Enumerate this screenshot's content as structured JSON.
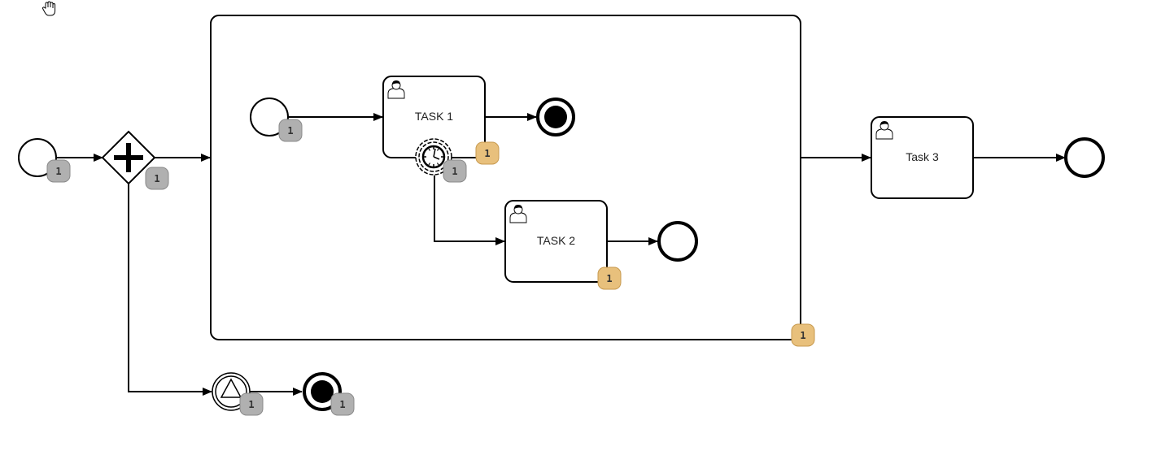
{
  "tools": {
    "hand_icon": "hand-tool-icon"
  },
  "tasks": {
    "task1": {
      "label": "TASK 1",
      "icon": "user-icon"
    },
    "task2": {
      "label": "TASK 2",
      "icon": "user-icon"
    },
    "task3": {
      "label": "Task 3",
      "icon": "user-icon"
    }
  },
  "badges": {
    "start_event": "1",
    "parallel_gateway": "1",
    "sub_start_event": "1",
    "task1_active": "1",
    "timer_boundary": "1",
    "task2_active": "1",
    "subprocess_active": "1",
    "signal_event": "1",
    "terminate_end": "1"
  },
  "colors": {
    "badge_gray": "#b0b0b0",
    "badge_orange": "#e8c07c",
    "stroke": "#000000"
  }
}
